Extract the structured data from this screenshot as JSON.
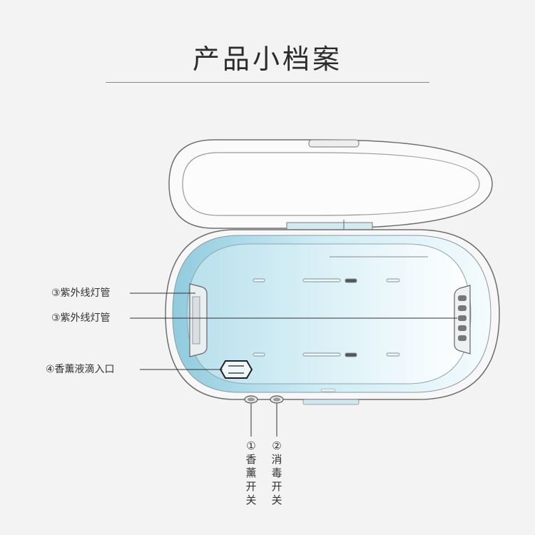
{
  "header": {
    "title": "产品小档案"
  },
  "callouts": {
    "uv_lamp_1": "③紫外线灯管",
    "uv_lamp_2": "③紫外线灯管",
    "aroma_inlet": "④香薰液滴入口",
    "aroma_switch": "①香薰开关",
    "disinfect_switch": "②消毒开关"
  },
  "colors": {
    "background": "#f3f3f3",
    "tray_blue": "#bfe4ef",
    "outline": "#7a7a7a"
  }
}
